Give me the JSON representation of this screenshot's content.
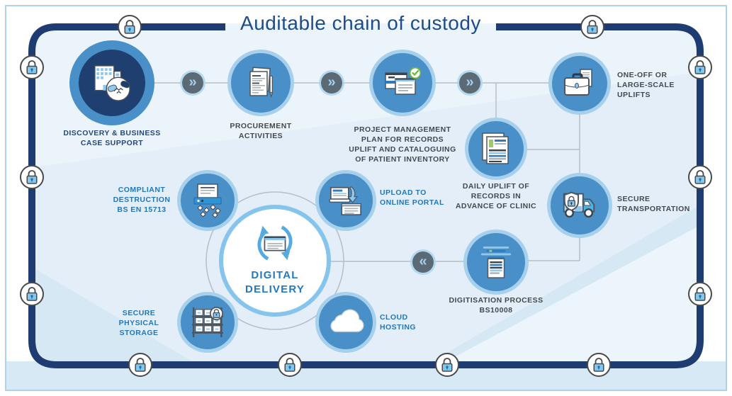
{
  "title": "Auditable chain of custody",
  "hub": {
    "label": "DIGITAL\nDELIVERY"
  },
  "nodes": [
    {
      "id": "discovery",
      "label": "DISCOVERY & BUSINESS\nCASE SUPPORT"
    },
    {
      "id": "procurement",
      "label": "PROCUREMENT\nACTIVITIES"
    },
    {
      "id": "project",
      "label": "PROJECT MANAGEMENT\nPLAN FOR RECORDS\nUPLIFT AND CATALOGUING\nOF PATIENT INVENTORY"
    },
    {
      "id": "one-off",
      "label": "ONE-OFF OR\nLARGE-SCALE\nUPLIFTS"
    },
    {
      "id": "daily-uplift",
      "label": "DAILY UPLIFT OF\nRECORDS IN\nADVANCE OF CLINIC"
    },
    {
      "id": "transport",
      "label": "SECURE\nTRANSPORTATION"
    },
    {
      "id": "digitisation",
      "label": "DIGITISATION PROCESS\nBS10008"
    },
    {
      "id": "destruction",
      "label": "COMPLIANT\nDESTRUCTION\nBS EN 15713"
    },
    {
      "id": "upload",
      "label": "UPLOAD TO\nONLINE PORTAL"
    },
    {
      "id": "storage",
      "label": "SECURE\nPHYSICAL\nSTORAGE"
    },
    {
      "id": "cloud",
      "label": "CLOUD\nHOSTING"
    }
  ],
  "chevrons": [
    {
      "glyph": "»"
    },
    {
      "glyph": "»"
    },
    {
      "glyph": "»"
    },
    {
      "glyph": "«"
    }
  ],
  "colors": {
    "border_navy": "#1e3c72",
    "circle_blue": "#4a90c8",
    "circle_ring": "#a6d0ec",
    "hub_ring": "#85c4ec",
    "label_gray": "#44494e",
    "label_blue": "#2377bd",
    "label_navy": "#25477b",
    "title_blue": "#1b4c8c",
    "lock_fill": "#85c6ec",
    "chevron_bg": "#5c6a76"
  }
}
